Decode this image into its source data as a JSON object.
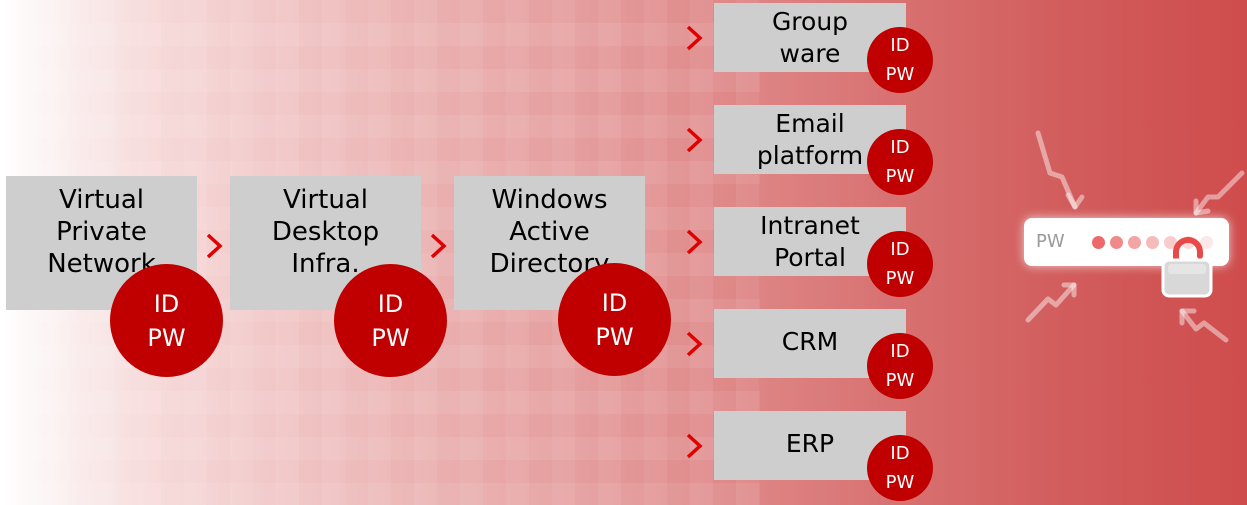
{
  "main_boxes": [
    {
      "label": "Virtual\nPrivate\nNetwork",
      "badge": {
        "id": "ID",
        "pw": "PW"
      }
    },
    {
      "label": "Virtual\nDesktop\nInfra.",
      "badge": {
        "id": "ID",
        "pw": "PW"
      }
    },
    {
      "label": "Windows\nActive\nDirectory",
      "badge": {
        "id": "ID",
        "pw": "PW"
      }
    }
  ],
  "app_boxes": [
    {
      "label": "Group\nware",
      "badge": {
        "id": "ID",
        "pw": "PW"
      }
    },
    {
      "label": "Email\nplatform",
      "badge": {
        "id": "ID",
        "pw": "PW"
      }
    },
    {
      "label": "Intranet\nPortal",
      "badge": {
        "id": "ID",
        "pw": "PW"
      }
    },
    {
      "label": "CRM",
      "badge": {
        "id": "ID",
        "pw": "PW"
      }
    },
    {
      "label": "ERP",
      "badge": {
        "id": "ID",
        "pw": "PW"
      }
    }
  ],
  "password_widget": {
    "label": "PW"
  },
  "colors": {
    "badge": "#c00000",
    "arrow": "#e00000",
    "box": "#cecece",
    "gradient_end": "#cf4c4c"
  },
  "icons": [
    "chevron-right-icon",
    "padlock-unlocked-icon",
    "lightning-arrow-icon"
  ]
}
